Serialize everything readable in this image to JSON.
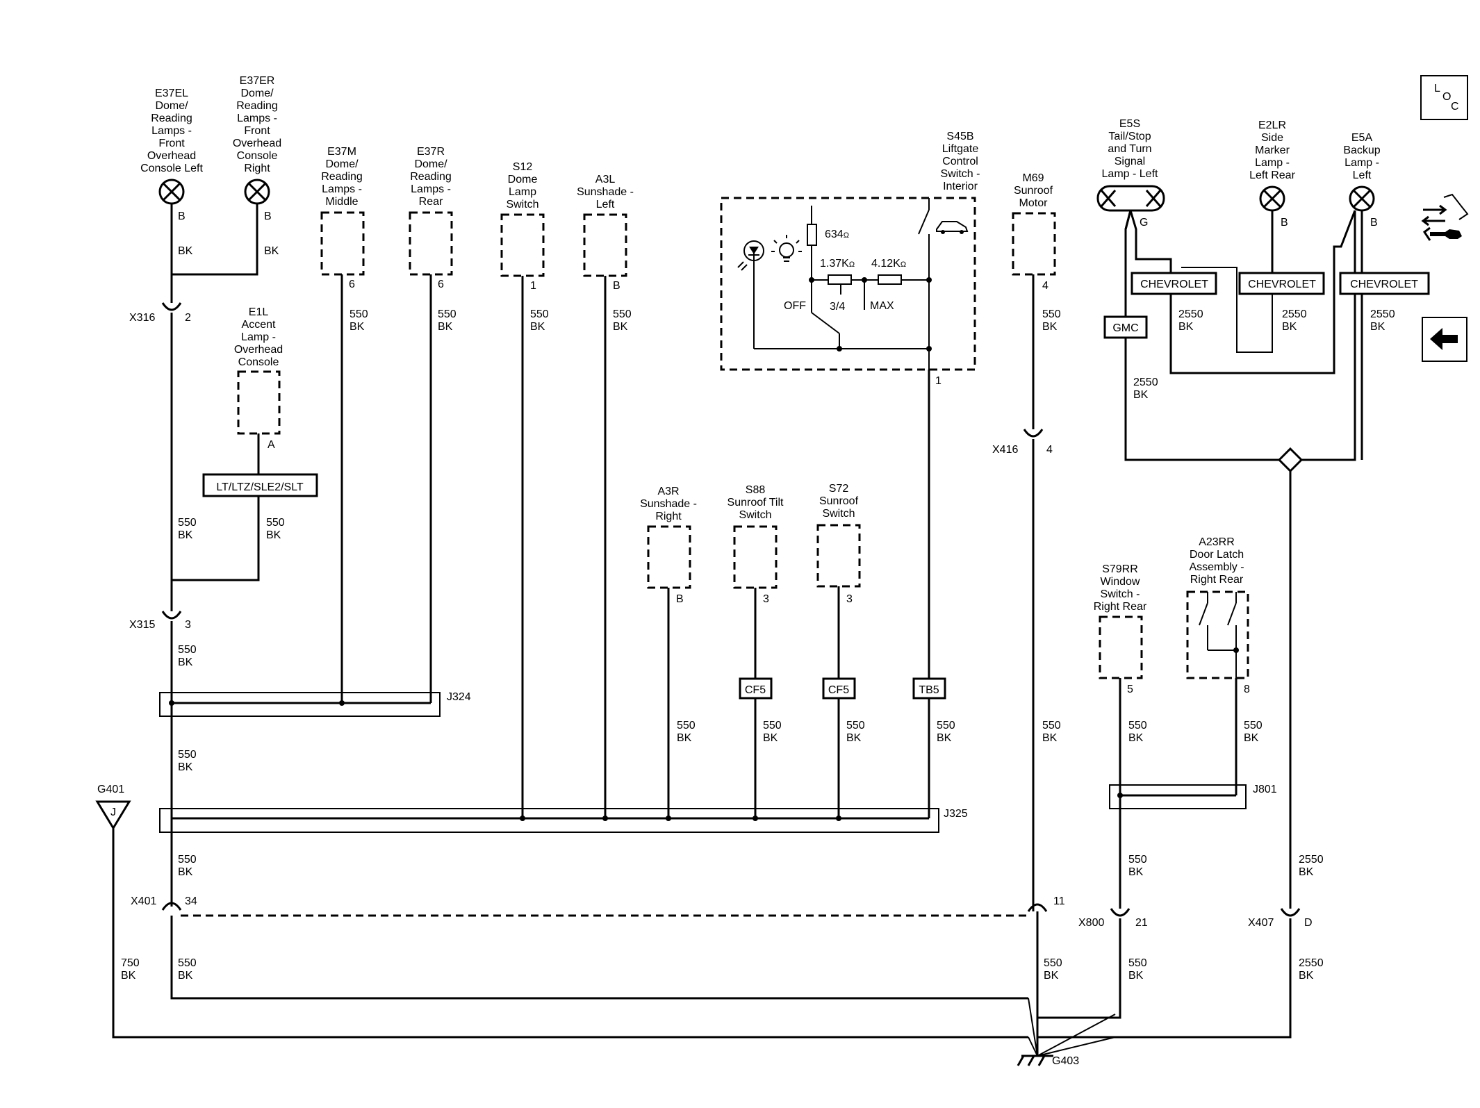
{
  "components": {
    "e37el": {
      "l1": "E37EL",
      "l2": "Dome/",
      "l3": "Reading",
      "l4": "Lamps -",
      "l5": "Front",
      "l6": "Overhead",
      "l7": "Console Left",
      "pin": "B",
      "wire": "BK"
    },
    "e37er": {
      "l1": "E37ER",
      "l2": "Dome/",
      "l3": "Reading",
      "l4": "Lamps -",
      "l5": "Front",
      "l6": "Overhead",
      "l7": "Console",
      "l8": "Right",
      "pin": "B",
      "wire": "BK"
    },
    "e37m": {
      "l1": "E37M",
      "l2": "Dome/",
      "l3": "Reading",
      "l4": "Lamps -",
      "l5": "Middle",
      "pin": "6",
      "w1": "550",
      "w2": "BK"
    },
    "e37r": {
      "l1": "E37R",
      "l2": "Dome/",
      "l3": "Reading",
      "l4": "Lamps -",
      "l5": "Rear",
      "pin": "6",
      "w1": "550",
      "w2": "BK"
    },
    "s12": {
      "l1": "S12",
      "l2": "Dome",
      "l3": "Lamp",
      "l4": "Switch",
      "pin": "1",
      "w1": "550",
      "w2": "BK"
    },
    "a3l": {
      "l1": "A3L",
      "l2": "Sunshade -",
      "l3": "Left",
      "pin": "B",
      "w1": "550",
      "w2": "BK"
    },
    "s45b": {
      "l1": "S45B",
      "l2": "Liftgate",
      "l3": "Control",
      "l4": "Switch -",
      "l5": "Interior",
      "pin": "1",
      "r1": "634",
      "r2": "1.37K",
      "r3": "4.12K",
      "ohm": "Ω",
      "off": "OFF",
      "mid": "3/4",
      "max": "MAX"
    },
    "m69": {
      "l1": "M69",
      "l2": "Sunroof",
      "l3": "Motor",
      "pin": "4",
      "w1": "550",
      "w2": "BK"
    },
    "e5s": {
      "l1": "E5S",
      "l2": "Tail/Stop",
      "l3": "and Turn",
      "l4": "Signal",
      "l5": "Lamp - Left",
      "pin": "G"
    },
    "e2lr": {
      "l1": "E2LR",
      "l2": "Side",
      "l3": "Marker",
      "l4": "Lamp -",
      "l5": "Left Rear",
      "pin": "B"
    },
    "e5a": {
      "l1": "E5A",
      "l2": "Backup",
      "l3": "Lamp -",
      "l4": "Left",
      "pin": "B"
    },
    "e1l": {
      "l1": "E1L",
      "l2": "Accent",
      "l3": "Lamp -",
      "l4": "Overhead",
      "l5": "Console",
      "pin": "A"
    },
    "a3r": {
      "l1": "A3R",
      "l2": "Sunshade -",
      "l3": "Right",
      "pin": "B",
      "w1": "550",
      "w2": "BK"
    },
    "s88": {
      "l1": "S88",
      "l2": "Sunroof Tilt",
      "l3": "Switch",
      "pin": "3",
      "w1": "550",
      "w2": "BK"
    },
    "s72": {
      "l1": "S72",
      "l2": "Sunroof",
      "l3": "Switch",
      "pin": "3",
      "w1": "550",
      "w2": "BK"
    },
    "s79rr": {
      "l1": "S79RR",
      "l2": "Window",
      "l3": "Switch -",
      "l4": "Right Rear",
      "pin": "5",
      "w1": "550",
      "w2": "BK"
    },
    "a23rr": {
      "l1": "A23RR",
      "l2": "Door Latch",
      "l3": "Assembly -",
      "l4": "Right Rear",
      "pin": "8",
      "w1": "550",
      "w2": "BK"
    }
  },
  "options": {
    "trim": "LT/LTZ/SLE2/SLT",
    "chev": "CHEVROLET",
    "gmc": "GMC",
    "cf5": "CF5",
    "tb5": "TB5"
  },
  "connectors": {
    "x316": "X316",
    "x316_pin": "2",
    "x315": "X315",
    "x315_pin": "3",
    "x401": "X401",
    "x401_pin_a": "34",
    "x401_pin_b": "11",
    "x416": "X416",
    "x416_pin": "4",
    "x800": "X800",
    "x800_pin": "21",
    "x407": "X407",
    "x407_pin": "D"
  },
  "splices": {
    "j324": "J324",
    "j325": "J325",
    "j801": "J801"
  },
  "grounds": {
    "g401": "G401",
    "g401_pin": "J",
    "g403": "G403"
  },
  "wires": {
    "c550": "550",
    "c2550": "2550",
    "c750": "750",
    "bk": "BK"
  },
  "nav": {
    "loc_l": "L",
    "loc_o": "O",
    "loc_c": "C"
  }
}
